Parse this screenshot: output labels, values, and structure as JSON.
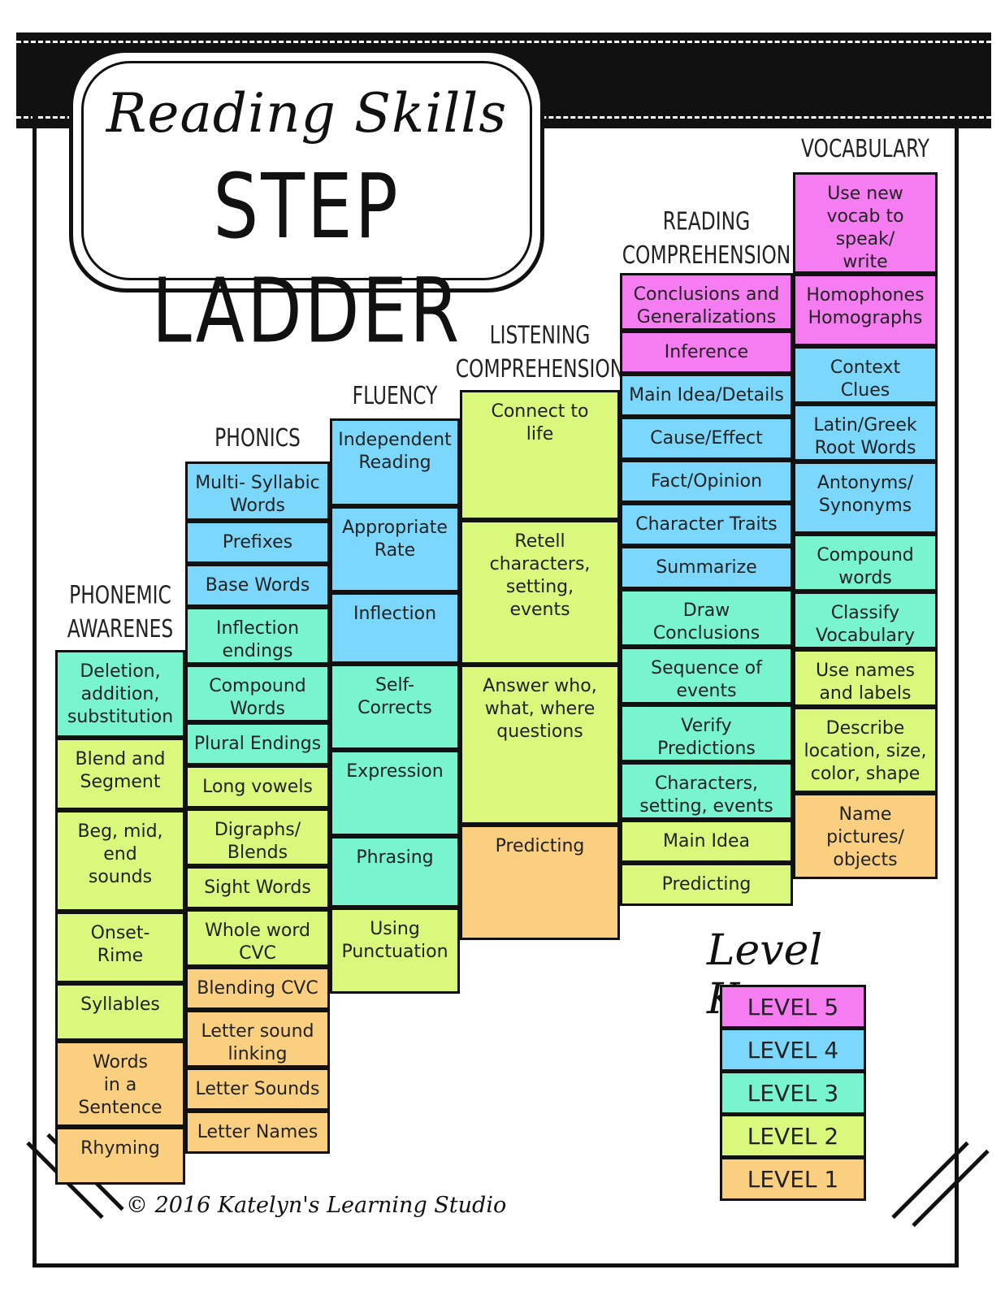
{
  "title": {
    "script": "Reading Skills",
    "main": "STEP LADDER"
  },
  "level_colors": {
    "5": "#f67cf2",
    "4": "#7bd7fb",
    "3": "#78f4ce",
    "2": "#d9f87c",
    "1": "#fbcf80"
  },
  "columns": [
    {
      "header": "PHONEMIC\nAWARENES",
      "cells": [
        {
          "text": "Deletion,\naddition,\nsubstitution",
          "level": 3
        },
        {
          "text": "Blend and\nSegment",
          "level": 2
        },
        {
          "text": "Beg, mid,\nend\nsounds",
          "level": 2
        },
        {
          "text": "Onset-\nRime",
          "level": 2
        },
        {
          "text": "Syllables",
          "level": 2
        },
        {
          "text": "Words\nin a\nSentence",
          "level": 1
        },
        {
          "text": "Rhyming",
          "level": 1
        }
      ]
    },
    {
      "header": "PHONICS",
      "cells": [
        {
          "text": "Multi- Syllabic\nWords",
          "level": 4
        },
        {
          "text": "Prefixes",
          "level": 4
        },
        {
          "text": "Base Words",
          "level": 4
        },
        {
          "text": "Inflection\nendings",
          "level": 3
        },
        {
          "text": "Compound\nWords",
          "level": 3
        },
        {
          "text": "Plural Endings",
          "level": 3
        },
        {
          "text": "Long vowels",
          "level": 2
        },
        {
          "text": "Digraphs/\nBlends",
          "level": 2
        },
        {
          "text": "Sight Words",
          "level": 2
        },
        {
          "text": "Whole word\nCVC",
          "level": 2
        },
        {
          "text": "Blending CVC",
          "level": 1
        },
        {
          "text": "Letter sound\nlinking",
          "level": 1
        },
        {
          "text": "Letter Sounds",
          "level": 1
        },
        {
          "text": "Letter Names",
          "level": 1
        }
      ]
    },
    {
      "header": "FLUENCY",
      "cells": [
        {
          "text": "Independent\nReading",
          "level": 4
        },
        {
          "text": "Appropriate\nRate",
          "level": 4
        },
        {
          "text": "Inflection",
          "level": 4
        },
        {
          "text": "Self-\nCorrects",
          "level": 3
        },
        {
          "text": "Expression",
          "level": 3
        },
        {
          "text": "Phrasing",
          "level": 3
        },
        {
          "text": "Using\nPunctuation",
          "level": 2
        }
      ]
    },
    {
      "header": "LISTENING\nCOMPREHENSION",
      "cells": [
        {
          "text": "Connect to\nlife",
          "level": 2
        },
        {
          "text": "Retell\ncharacters,\nsetting,\nevents",
          "level": 2
        },
        {
          "text": "Answer who,\nwhat, where\nquestions",
          "level": 2
        },
        {
          "text": "Predicting",
          "level": 1
        }
      ]
    },
    {
      "header": "READING\nCOMPREHENSION",
      "cells": [
        {
          "text": "Conclusions and\nGeneralizations",
          "level": 5
        },
        {
          "text": "Inference",
          "level": 5
        },
        {
          "text": "Main Idea/Details",
          "level": 4
        },
        {
          "text": "Cause/Effect",
          "level": 4
        },
        {
          "text": "Fact/Opinion",
          "level": 4
        },
        {
          "text": "Character Traits",
          "level": 4
        },
        {
          "text": "Summarize",
          "level": 4
        },
        {
          "text": "Draw\nConclusions",
          "level": 3
        },
        {
          "text": "Sequence of\nevents",
          "level": 3
        },
        {
          "text": "Verify\nPredictions",
          "level": 3
        },
        {
          "text": "Characters,\nsetting, events",
          "level": 3
        },
        {
          "text": "Main Idea",
          "level": 2
        },
        {
          "text": "Predicting",
          "level": 2
        }
      ]
    },
    {
      "header": "VOCABULARY",
      "cells": [
        {
          "text": "Use new\nvocab to\nspeak/\nwrite",
          "level": 5
        },
        {
          "text": "Homophones\nHomographs",
          "level": 5
        },
        {
          "text": "Context\nClues",
          "level": 4
        },
        {
          "text": "Latin/Greek\nRoot Words",
          "level": 4
        },
        {
          "text": "Antonyms/\nSynonyms",
          "level": 4
        },
        {
          "text": "Compound\nwords",
          "level": 3
        },
        {
          "text": "Classify\nVocabulary",
          "level": 3
        },
        {
          "text": "Use names\nand labels",
          "level": 2
        },
        {
          "text": "Describe\nlocation, size,\ncolor, shape",
          "level": 2
        },
        {
          "text": "Name\npictures/\nobjects",
          "level": 1
        }
      ]
    }
  ],
  "level_key": {
    "title": "Level Key:",
    "items": [
      {
        "label": "LEVEL 5",
        "level": 5
      },
      {
        "label": "LEVEL 4",
        "level": 4
      },
      {
        "label": "LEVEL 3",
        "level": 3
      },
      {
        "label": "LEVEL 2",
        "level": 2
      },
      {
        "label": "LEVEL 1",
        "level": 1
      }
    ]
  },
  "copyright": "© 2016 Katelyn's Learning Studio"
}
